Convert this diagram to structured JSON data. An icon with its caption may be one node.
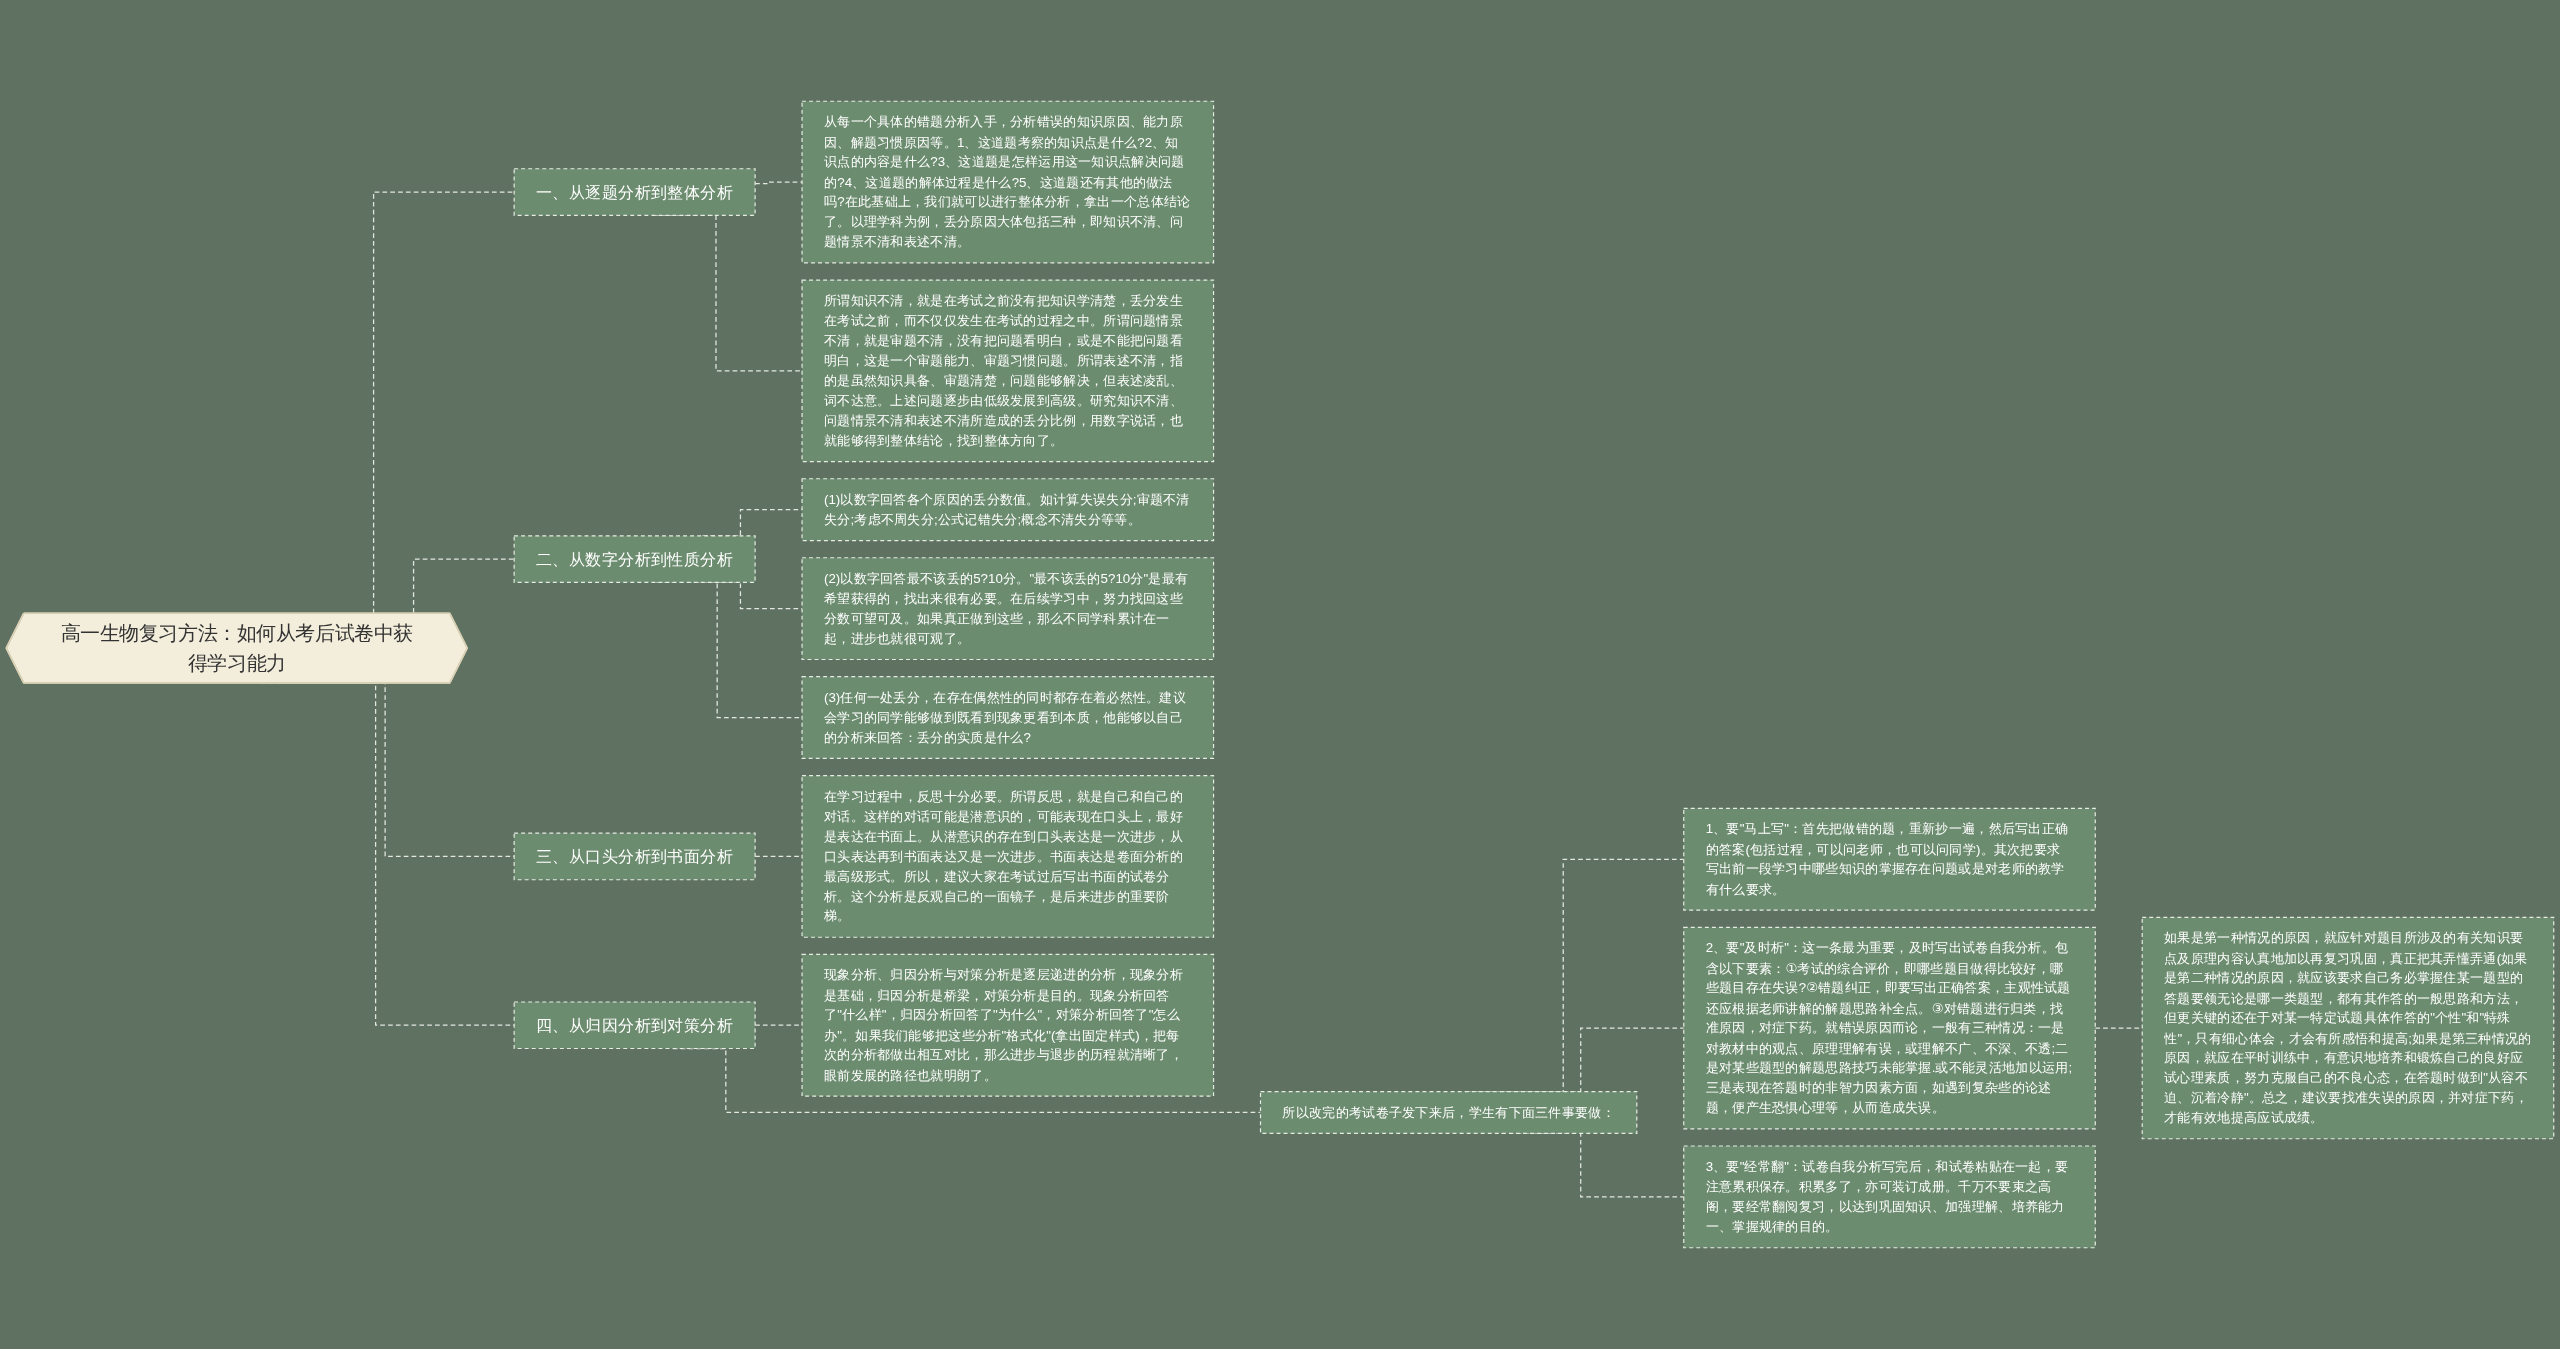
{
  "diagram": {
    "nodes": [
      {
        "text": [
          "高一生物复习方法：如何从考后试卷中获得学习能力"
        ]
      },
      {
        "text": [
          "一、从逐题分析到整体分析"
        ]
      },
      {
        "text": [
          "从每一个具体的错题分析入手，分析错误的知识原因、能力原因、解题习惯原因等。1、这道题考察的知识点是什么?2、知识点的内容是什么?3、这道题是怎样运用这一知识点解决问题的?4、这道题的解体过程是什么?5、这道题还有其他的做法吗?在此基础上，我们就可以进行整体分析，拿出一个总体结论了。以理学科为例，丢分原因大体包括三种，即知识不清、问题情景不清和表述不清。"
        ]
      },
      {
        "text": [
          "所谓知识不清，就是在考试之前没有把知识学清楚，丢分发生在考试之前，而不仅仅发生在考试的过程之中。所谓问题情景不清，就是审题不清，没有把问题看明白，或是不能把问题看明白，这是一个审题能力、审题习惯问题。所谓表述不清，指的是虽然知识具备、审题清楚，问题能够解决，但表述凌乱、词不达意。上述问题逐步由低级发展到高级。研究知识不清、问题情景不清和表述不清所造成的丢分比例，用数字说话，也就能够得到整体结论，找到整体方向了。"
        ]
      },
      {
        "text": [
          "二、从数字分析到性质分析"
        ]
      },
      {
        "text": [
          "(1)以数字回答各个原因的丢分数值。如计算失误失分;审题不清失分;考虑不周失分;公式记错失分;概念不清失分等等。"
        ]
      },
      {
        "text": [
          "(2)以数字回答最不该丢的5?10分。\"最不该丢的5?10分\"是最有希望获得的，找出来很有必要。在后续学习中，努力找回这些分数可望可及。如果真正做到这些，那么不同学科累计在一起，进步也就很可观了。"
        ]
      },
      {
        "text": [
          "(3)任何一处丢分，在存在偶然性的同时都存在着必然性。建议会学习的同学能够做到既看到现象更看到本质，他能够以自己的分析来回答：丢分的实质是什么?"
        ]
      },
      {
        "text": [
          "三、从口头分析到书面分析"
        ]
      },
      {
        "text": [
          "在学习过程中，反思十分必要。所谓反思，就是自己和自己的对话。这样的对话可能是潜意识的，可能表现在口头上，最好是表达在书面上。从潜意识的存在到口头表达是一次进步，从口头表达再到书面表达又是一次进步。书面表达是卷面分析的最高级形式。所以，建议大家在考试过后写出书面的试卷分析。这个分析是反观自己的一面镜子，是后来进步的重要阶梯。"
        ]
      },
      {
        "text": [
          "四、从归因分析到对策分析"
        ]
      },
      {
        "text": [
          "现象分析、归因分析与对策分析是逐层递进的分析，现象分析是基础，归因分析是桥梁，对策分析是目的。现象分析回答了\"什么样\"，归因分析回答了\"为什么\"，对策分析回答了\"怎么办\"。如果我们能够把这些分析\"格式化\"(拿出固定样式)，把每次的分析都做出相互对比，那么进步与退步的历程就清晰了，眼前发展的路径也就明朗了。"
        ]
      },
      {
        "text": [
          "所以改完的考试卷子发下来后，学生有下面三件事要做："
        ]
      },
      {
        "text": [
          "1、要\"马上写\"：首先把做错的题，重新抄一遍，然后写出正确的答案(包括过程，可以问老师，也可以问同学)。其次把要求写出前一段学习中哪些知识的掌握存在问题或是对老师的教学有什么要求。"
        ]
      },
      {
        "text": [
          "2、要\"及时析\"：这一条最为重要，及时写出试卷自我分析。包含以下要素：①考试的综合评价，即哪些题目做得比较好，哪些题目存在失误?②错题纠正，即要写出正确答案，主观性试题还应根据老师讲解的解题思路补全点。③对错题进行归类，找准原因，对症下药。就错误原因而论，一般有三种情况：一是对教材中的观点、原理理解有误，或理解不广、不深、不透;二是对某些题型的解题思路技巧未能掌握.或不能灵活地加以运用;三是表现在答题时的非智力因素方面，如遇到复杂些的论述题，便产生恐惧心理等，从而造成失误。"
        ]
      },
      {
        "text": [
          "如果是第一种情况的原因，就应针对题目所涉及的有关知识要点及原理内容认真地加以再复习巩固，真正把其弄懂弄通(如果是第二种情况的原因，就应该要求自己务必掌握住某一题型的答题要领无论是哪一类题型，都有其作答的一般思路和方法，但更关键的还在于对某一特定试题具体作答的\"个性\"和\"特殊性\"，只有细心体会，才会有所感悟和提高;如果是第三种情况的原因，就应在平时训练中，有意识地培养和锻炼自己的良好应试心理素质，努力克服自己的不良心态，在答题时做到\"从容不迫、沉着冷静\"。总之，建议要找准失误的原因，并对症下药，才能有效地提高应试成绩。"
        ]
      },
      {
        "text": [
          "3、要\"经常翻\"：试卷自我分析写完后，和试卷粘贴在一起，要注意累积保存。积累多了，亦可装订成册。千万不要束之高阁，要经常翻阅复习，以达到巩固知识、加强理解、培养能力一、掌握规律的目的。"
        ]
      }
    ],
    "edges": [
      {
        "from": 0,
        "to": 1,
        "arrow": "none",
        "style": "dashed"
      },
      {
        "from": 1,
        "to": 2,
        "arrow": "none",
        "style": "dashed"
      },
      {
        "from": 1,
        "to": 3,
        "arrow": "none",
        "style": "dashed"
      },
      {
        "from": 0,
        "to": 4,
        "arrow": "none",
        "style": "dashed"
      },
      {
        "from": 4,
        "to": 5,
        "arrow": "none",
        "style": "dashed"
      },
      {
        "from": 4,
        "to": 6,
        "arrow": "none",
        "style": "dashed"
      },
      {
        "from": 4,
        "to": 7,
        "arrow": "none",
        "style": "dashed"
      },
      {
        "from": 0,
        "to": 8,
        "arrow": "none",
        "style": "dashed"
      },
      {
        "from": 8,
        "to": 9,
        "arrow": "none",
        "style": "dashed"
      },
      {
        "from": 0,
        "to": 10,
        "arrow": "none",
        "style": "dashed"
      },
      {
        "from": 10,
        "to": 11,
        "arrow": "none",
        "style": "dashed"
      },
      {
        "from": 10,
        "to": 12,
        "arrow": "none",
        "style": "dashed"
      },
      {
        "from": 12,
        "to": 13,
        "arrow": "none",
        "style": "dashed"
      },
      {
        "from": 12,
        "to": 14,
        "arrow": "none",
        "style": "dashed"
      },
      {
        "from": 14,
        "to": 15,
        "arrow": "none",
        "style": "dashed"
      },
      {
        "from": 12,
        "to": 16,
        "arrow": "none",
        "style": "dashed"
      }
    ]
  }
}
